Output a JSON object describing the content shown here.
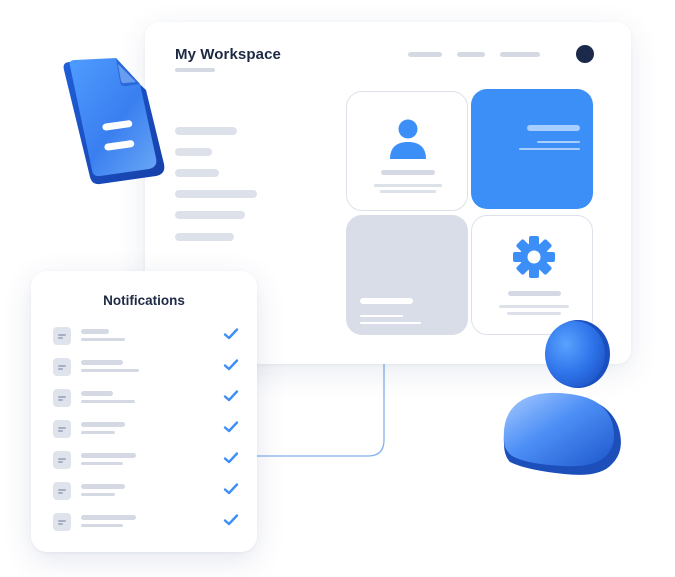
{
  "workspace": {
    "title": "My Workspace"
  },
  "notifications": {
    "title": "Notifications",
    "row_count": 7
  },
  "icons": {
    "profile": "user-icon",
    "settings": "gear-icon",
    "check": "check-icon",
    "document": "document-icon"
  },
  "colors": {
    "accent": "#3d8ff8",
    "title_text": "#1e2a44",
    "avatar": "#1b2a4a",
    "gray_tile": "#d9dde8",
    "placeholder": "#d4d9e4"
  }
}
